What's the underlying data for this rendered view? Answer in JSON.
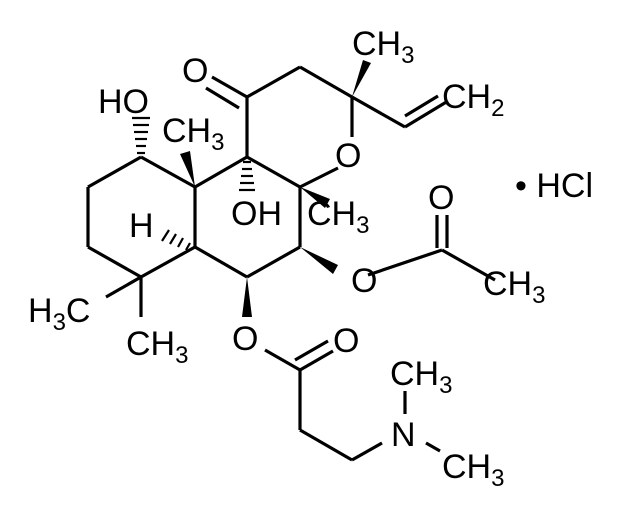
{
  "molecule": {
    "type": "structural_formula",
    "salt": "• HCl",
    "labels": {
      "ketone_O": "O",
      "ring_O": "O",
      "C13_methyl": {
        "main": "CH",
        "sub": "3"
      },
      "vinyl_CH2": {
        "main": "CH",
        "sub": "2"
      },
      "C1_hydroxyl": "HO",
      "C10_methyl": {
        "main": "CH",
        "sub": "3"
      },
      "C9_hydroxyl": "OH",
      "C5_H": "H",
      "C8_methyl": {
        "main": "CH",
        "sub": "3"
      },
      "acetate_ester_O": "O",
      "acetate_carbonyl_O": "O",
      "acetate_methyl": {
        "main": "CH",
        "sub": "3"
      },
      "C4_methyl_left": {
        "pre": "H",
        "sub": "3",
        "post": "C"
      },
      "C4_methyl_down": {
        "main": "CH",
        "sub": "3"
      },
      "C6_ester_O": "O",
      "propanoate_carbonyl_O": "O",
      "amine_N": "N",
      "N_methyl_top": {
        "main": "CH",
        "sub": "3"
      },
      "N_methyl_right": {
        "main": "CH",
        "sub": "3"
      }
    }
  }
}
